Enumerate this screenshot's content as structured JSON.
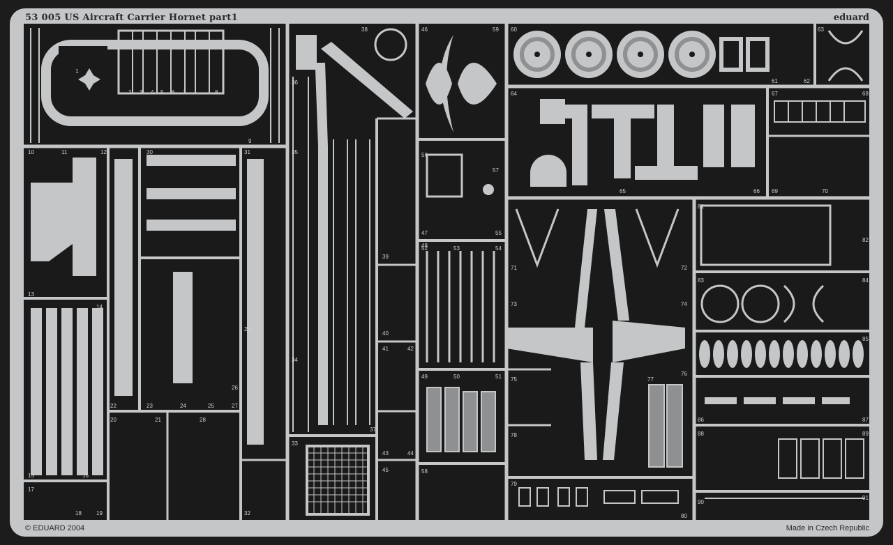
{
  "sheet": {
    "title": "53 005 US Aircraft Carrier Hornet  part1",
    "brand": "eduard",
    "copyright": "© EDUARD 2004",
    "origin": "Made in Czech Republic"
  },
  "part_numbers": [
    "1",
    "2",
    "3",
    "4",
    "5",
    "6",
    "7",
    "8",
    "9",
    "10",
    "11",
    "12",
    "13",
    "14",
    "15",
    "16",
    "17",
    "18",
    "19",
    "20",
    "21",
    "22",
    "23",
    "24",
    "25",
    "26",
    "27",
    "28",
    "29",
    "30",
    "31",
    "32",
    "33",
    "34",
    "35",
    "36",
    "37",
    "38",
    "39",
    "40",
    "41",
    "42",
    "43",
    "44",
    "45",
    "46",
    "47",
    "48",
    "49",
    "50",
    "51",
    "52",
    "53",
    "54",
    "55",
    "56",
    "57",
    "58",
    "59",
    "60",
    "61",
    "62",
    "63",
    "64",
    "65",
    "66",
    "67",
    "68",
    "69",
    "70",
    "71",
    "72",
    "73",
    "74",
    "75",
    "76",
    "77",
    "78",
    "79",
    "80",
    "81",
    "82",
    "83",
    "84",
    "85",
    "86",
    "87",
    "88",
    "89",
    "90",
    "91"
  ],
  "colors": {
    "metal": "#c4c6c8",
    "metal_light": "#d9dbdd",
    "metal_shadow": "#8e9092",
    "void": "#1a1a1a",
    "background": "#111111"
  }
}
